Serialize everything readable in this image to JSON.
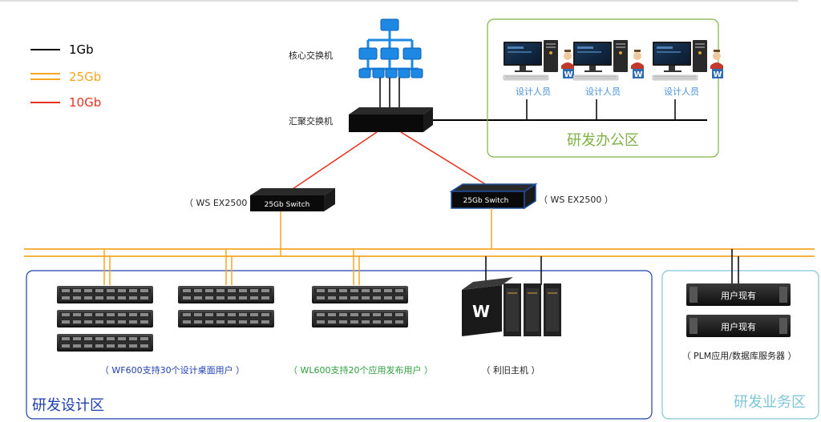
{
  "legend": [
    {
      "label": "1Gb",
      "color": "#000000"
    },
    {
      "label": "25Gb",
      "color": "#f5a623"
    },
    {
      "label": "10Gb",
      "color": "#e8321f"
    }
  ],
  "core_switch": {
    "label": "核心交换机",
    "icon": "network-hierarchy-icon",
    "color": "#1e88e5"
  },
  "aggregation_switch": {
    "label": "汇聚交换机",
    "icon": "switch-icon"
  },
  "left_access_switch": {
    "name": "25Gb Switch",
    "model": "（ WS EX2500 ）"
  },
  "right_access_switch": {
    "name": "25Gb Switch",
    "model": "（ WS EX2500 ）",
    "border_color": "#1f4e9b"
  },
  "office_zone": {
    "title": "研发办公区",
    "border_color": "#7cb342",
    "workstations": [
      {
        "label": "设计人员",
        "icon": "workstation-icon"
      },
      {
        "label": "设计人员",
        "icon": "workstation-icon"
      },
      {
        "label": "设计人员",
        "icon": "workstation-icon"
      }
    ]
  },
  "design_zone": {
    "title": "研发设计区",
    "border_color": "#1f3fb0",
    "wf600_caption": "（ WF600支持30个设计桌面用户 ）",
    "wf600_color": "#1f3fb0",
    "wl600_caption": "（ WL600支持20个应用发布用户 ）",
    "wl600_color": "#2e9e3e",
    "legacy_caption": "（ 利旧主机 ）"
  },
  "business_zone": {
    "title": "研发业务区",
    "border_color": "#7fc6d6",
    "servers": [
      {
        "label": "用户现有"
      },
      {
        "label": "用户现有"
      }
    ],
    "caption": "（ PLM应用/数据库服务器 ）"
  }
}
